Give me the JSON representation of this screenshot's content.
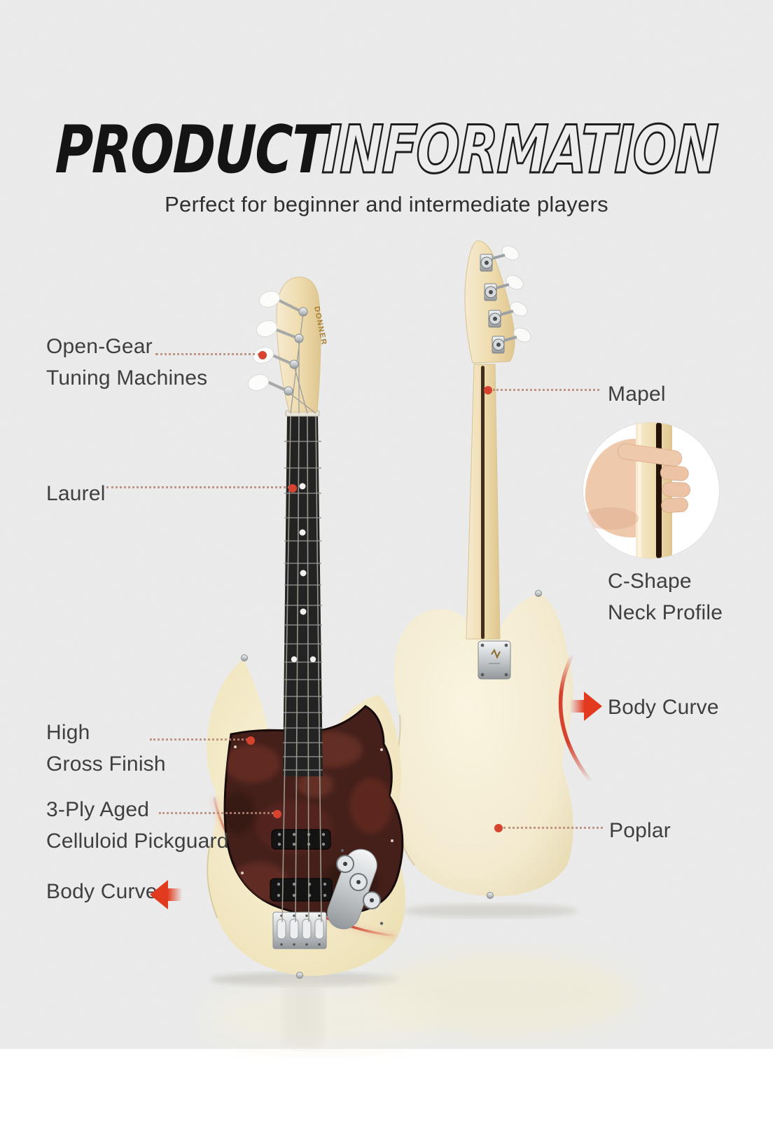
{
  "title": {
    "solid": "PRODUCT",
    "outline": "INFORMATION"
  },
  "subtitle": "Perfect for beginner and intermediate players",
  "brand": {
    "headstock_text": "DONNER"
  },
  "callouts": {
    "open_gear": {
      "label": "Open-Gear\nTuning Machines"
    },
    "laurel": {
      "label": "Laurel"
    },
    "high_gloss": {
      "label": "High\nGross Finish"
    },
    "pickguard": {
      "label": "3-Ply Aged\nCelluloid Pickguard"
    },
    "body_curve_left": {
      "label": "Body Curve"
    },
    "mapel": {
      "label": "Mapel"
    },
    "c_shape": {
      "label": "C-Shape\nNeck Profile"
    },
    "body_curve_right": {
      "label": "Body Curve"
    },
    "poplar": {
      "label": "Poplar"
    }
  },
  "colors": {
    "background": "#ecedec",
    "accent_red": "#dc3b26",
    "dotted_line": "#bb8677",
    "label_text": "#3f3f3f",
    "body_cream": "#f2e8c6",
    "pickguard_tortoise": "#45201b",
    "fretboard": "#232323",
    "maple_wood": "#f0dfb4"
  }
}
